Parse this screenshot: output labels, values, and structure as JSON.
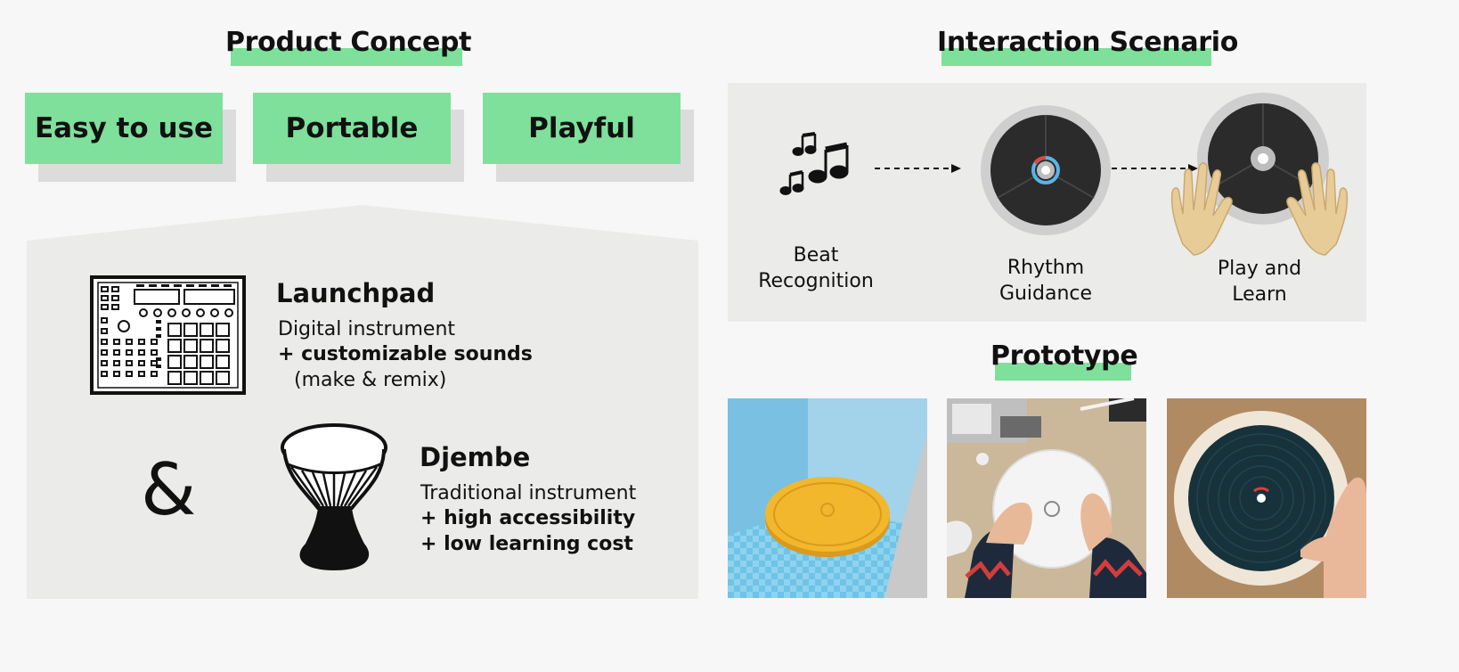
{
  "product_concept": {
    "heading": "Product Concept",
    "tags": [
      "Easy to use",
      "Portable",
      "Playful"
    ],
    "launchpad": {
      "title": "Launchpad",
      "line1": "Digital instrument",
      "line2": "+ customizable sounds",
      "line3": "(make & remix)"
    },
    "ampersand": "&",
    "djembe": {
      "title": "Djembe",
      "line1": "Traditional instrument",
      "line2": "+ high accessibility",
      "line3": "+ low learning cost"
    }
  },
  "interaction_scenario": {
    "heading": "Interaction Scenario",
    "steps": [
      {
        "line1": "Beat",
        "line2": "Recognition"
      },
      {
        "line1": "Rhythm",
        "line2": "Guidance"
      },
      {
        "line1": "Play and",
        "line2": "Learn"
      }
    ]
  },
  "prototype": {
    "heading": "Prototype",
    "photos": [
      "3d-model-render",
      "hands-on-white-prototype",
      "dark-disc-prototype"
    ]
  },
  "colors": {
    "accent_green": "#7ee09b",
    "panel_gray": "#ebebe9",
    "background": "#f7f7f7"
  }
}
